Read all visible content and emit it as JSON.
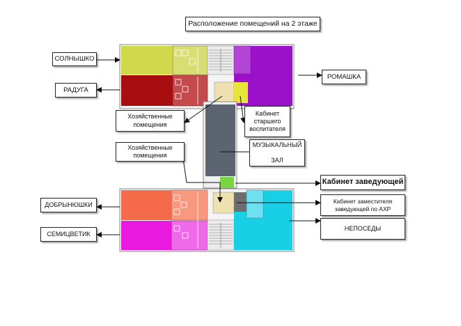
{
  "title": "Расположение помещений на 2  этаже",
  "labels": {
    "solnyshko": "СОЛНЫШКО",
    "raduga": "РАДУГА",
    "romashka": "РОМАШКА",
    "household_1": "Хозяйственные\nпомещения",
    "senior_teacher": "Кабинет\nстаршего\nвоспитателя",
    "household_2": "Хозяйственные\nпомещения",
    "music_hall": "МУЗЫКАЛЬНЫЙ\n\nЗАЛ",
    "head_office": "Кабинет заведующей",
    "dobrynyushki": "ДОБРЫНЮШКИ",
    "deputy_office": "Кабинет заместителя\nзаведующей по АХР",
    "semitsvetik": "СЕМИЦВЕТИК",
    "neposedy": "НЕПОСЕДЫ"
  },
  "colors": {
    "solnyshko": "#cfd94a",
    "raduga": "#a80d10",
    "romashka": "#9b10c9",
    "senior_teacher": "#e7e43a",
    "music_hall": "#5b6470",
    "head_office": "#7ad640",
    "household": "#efe0b0",
    "dobrynyushki": "#f56b4a",
    "semitsvetik": "#ea19e0",
    "neposedy": "#18cfe6",
    "deputy_office": "#6e6e6e"
  }
}
